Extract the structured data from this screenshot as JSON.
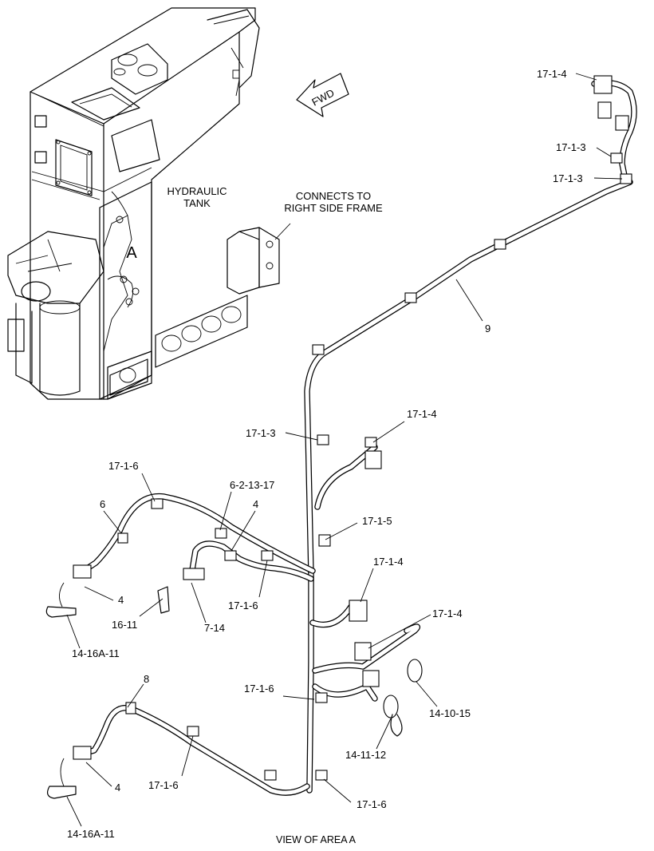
{
  "direction_arrow": "FWD",
  "tank_label": [
    "HYDRAULIC",
    "TANK"
  ],
  "area_letter": "A",
  "connects_note": [
    "CONNECTS TO",
    "RIGHT SIDE FRAME"
  ],
  "caption": "VIEW OF AREA  A",
  "callouts": [
    {
      "id": "c1",
      "text": "17-1-4"
    },
    {
      "id": "c2",
      "text": "17-1-3"
    },
    {
      "id": "c3",
      "text": "17-1-3"
    },
    {
      "id": "c4",
      "text": "9"
    },
    {
      "id": "c5",
      "text": "17-1-4"
    },
    {
      "id": "c6",
      "text": "17-1-3"
    },
    {
      "id": "c7",
      "text": "17-1-6"
    },
    {
      "id": "c8",
      "text": "6-2-13-17"
    },
    {
      "id": "c9",
      "text": "6"
    },
    {
      "id": "c10",
      "text": "4"
    },
    {
      "id": "c11",
      "text": "17-1-5"
    },
    {
      "id": "c12",
      "text": "4"
    },
    {
      "id": "c13",
      "text": "17-1-4"
    },
    {
      "id": "c14",
      "text": "16-11"
    },
    {
      "id": "c15",
      "text": "7-14"
    },
    {
      "id": "c16",
      "text": "17-1-6"
    },
    {
      "id": "c17",
      "text": "17-1-4"
    },
    {
      "id": "c18",
      "text": "14-16A-11"
    },
    {
      "id": "c19",
      "text": "8"
    },
    {
      "id": "c20",
      "text": "17-1-6"
    },
    {
      "id": "c21",
      "text": "14-10-15"
    },
    {
      "id": "c22",
      "text": "14-11-12"
    },
    {
      "id": "c23",
      "text": "4"
    },
    {
      "id": "c24",
      "text": "17-1-6"
    },
    {
      "id": "c25",
      "text": "17-1-6"
    },
    {
      "id": "c26",
      "text": "14-16A-11"
    }
  ]
}
